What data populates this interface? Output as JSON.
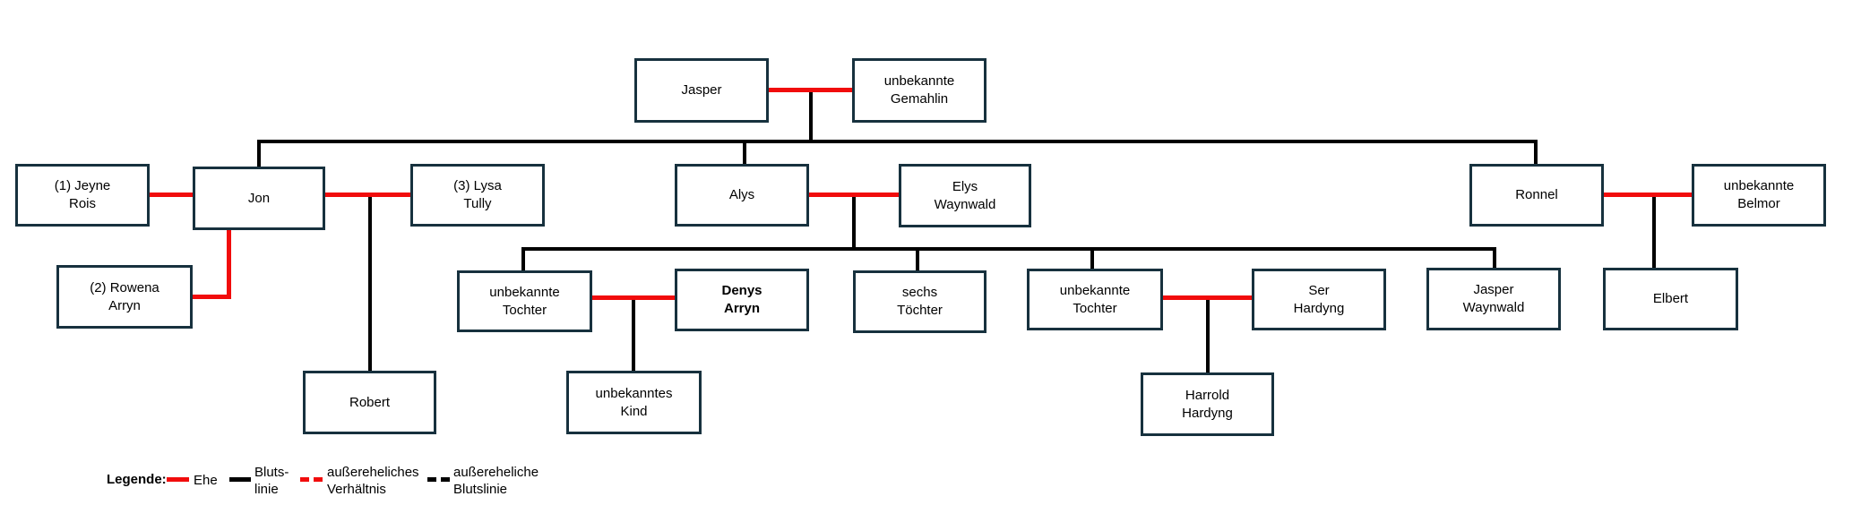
{
  "tree": {
    "persons": {
      "jasper": "Jasper",
      "gemahlin": "unbekannte\nGemahlin",
      "jeyne": "(1) Jeyne\nRois",
      "jon": "Jon",
      "rowena": "(2) Rowena\nArryn",
      "lysa": "(3) Lysa\nTully",
      "alys": "Alys",
      "elys": "Elys\nWaynwald",
      "ronnel": "Ronnel",
      "belmor": "unbekannte\nBelmor",
      "tochter1": "unbekannte\nTochter",
      "denys": "Denys\nArryn",
      "sechs_toechter": "sechs\nTöchter",
      "tochter2": "unbekannte\nTochter",
      "ser_hardyng": "Ser\nHardyng",
      "jasper_waynwald": "Jasper\nWaynwald",
      "elbert": "Elbert",
      "robert": "Robert",
      "unbekanntes_kind": "unbekanntes\nKind",
      "harrold": "Harrold\nHardyng"
    },
    "relations": {
      "marriages": [
        [
          "Jasper",
          "unbekannte Gemahlin"
        ],
        [
          "(1) Jeyne Rois",
          "Jon"
        ],
        [
          "Jon",
          "(2) Rowena Arryn"
        ],
        [
          "Jon",
          "(3) Lysa Tully"
        ],
        [
          "Alys",
          "Elys Waynwald"
        ],
        [
          "Ronnel",
          "unbekannte Belmor"
        ],
        [
          "unbekannte Tochter",
          "Denys Arryn"
        ],
        [
          "unbekannte Tochter",
          "Ser Hardyng"
        ]
      ],
      "children": {
        "Jasper + unbekannte Gemahlin": [
          "Jon",
          "Alys",
          "Ronnel"
        ],
        "Jon + (3) Lysa Tully": [
          "Robert"
        ],
        "Alys + Elys Waynwald": [
          "unbekannte Tochter",
          "sechs Töchter",
          "unbekannte Tochter",
          "Jasper Waynwald"
        ],
        "unbekannte Tochter + Denys Arryn": [
          "unbekanntes Kind"
        ],
        "unbekannte Tochter + Ser Hardyng": [
          "Harrold Hardyng"
        ],
        "Ronnel + unbekannte Belmor": [
          "Elbert"
        ]
      }
    }
  },
  "legend": {
    "title": "Legende:",
    "items": [
      {
        "label": "Ehe",
        "line_style": "solid",
        "color": "#f10c0c"
      },
      {
        "label": "Bluts-\nlinie",
        "line_style": "solid",
        "color": "#000000"
      },
      {
        "label": "außereheliches\nVerhältnis",
        "line_style": "dashed",
        "color": "#f10c0c"
      },
      {
        "label": "außereheliche\nBlutslinie",
        "line_style": "dashed",
        "color": "#000000"
      }
    ]
  },
  "colors": {
    "marriage_line": "#f10c0c",
    "blood_line": "#000000",
    "box_border": "#17313e",
    "background": "#ffffff"
  }
}
